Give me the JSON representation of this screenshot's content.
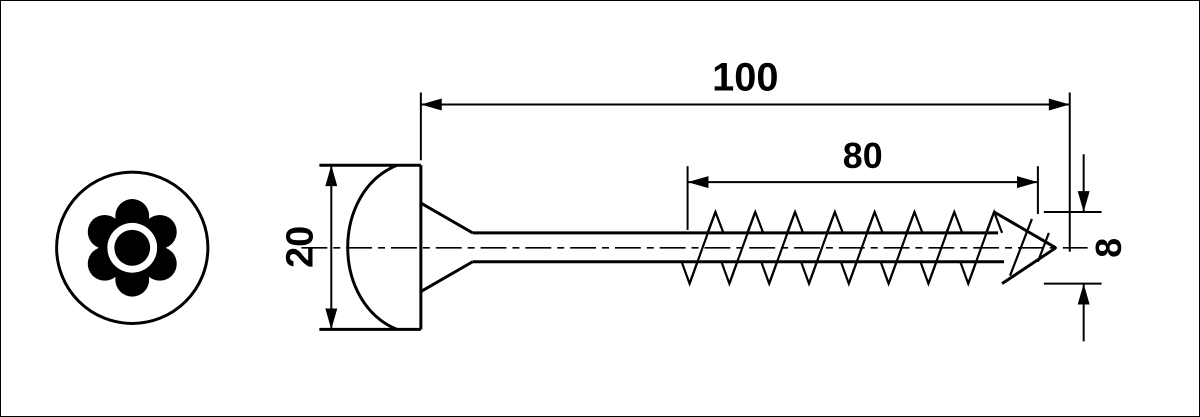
{
  "dimensions": {
    "total_length": "100",
    "thread_length": "80",
    "head_diameter": "20",
    "thread_diameter": "8"
  },
  "colors": {
    "line": "#000000",
    "background": "#ffffff"
  },
  "icons": {
    "torx_drive": "torx-recess-icon"
  }
}
